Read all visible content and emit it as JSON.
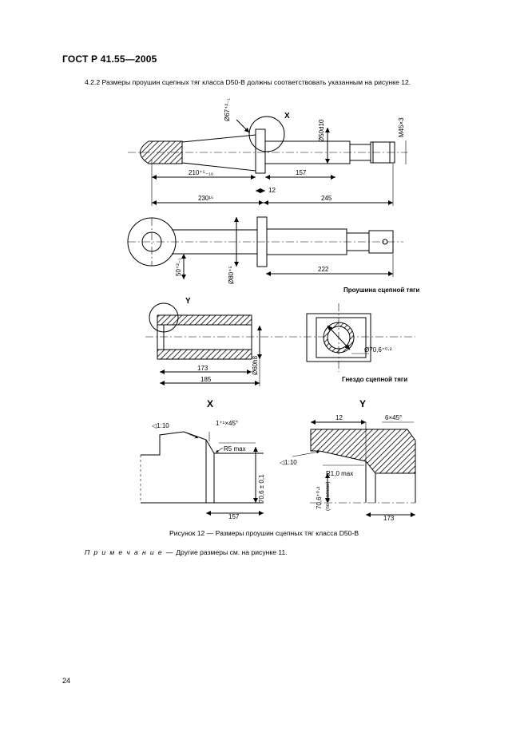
{
  "header": {
    "standard": "ГОСТ Р 41.55—2005"
  },
  "intro": {
    "text": "4.2.2 Размеры проушин сцепных тяг класса D50-B должны соответствовать указанным на рисунке 12."
  },
  "figure": {
    "top_view": {
      "dim_diam_top": "Ø67⁺²₋₁",
      "detail_x_label": "X",
      "dim_shank_diam": "Ø50d10",
      "dim_thread": "M45×3",
      "dim_210": "210⁺⁵₋₁₀",
      "dim_157": "157",
      "dim_12": "12",
      "dim_230": "230¹⁵",
      "dim_245": "245"
    },
    "side_view": {
      "dim_50": "50⁺²₋₁",
      "dim_diam_80": "Ø80⁺⁵",
      "dim_222": "222",
      "label": "Проушина сцепной тяги"
    },
    "socket_view": {
      "detail_y_label": "Y",
      "dim_173": "173",
      "dim_185": "185",
      "dim_diam_60": "Ø60h8",
      "dim_diam_70": "Ø70,6⁺⁰·²",
      "label": "Гнездо сцепной тяги"
    },
    "detail_x": {
      "title": "X",
      "taper": "◁1:10",
      "chamfer": "1⁺¹×45°",
      "radius": "R5 max",
      "dim_70": "70,6 ± 0,1",
      "dim_157": "157"
    },
    "detail_y": {
      "title": "Y",
      "dim_12": "12",
      "chamfer": "6×45°",
      "taper": "◁1:10",
      "radius": "R1,0 max",
      "dim_70": "70,6⁺⁰·²",
      "dim_70_note": "(по фаскам)",
      "dim_173": "173"
    }
  },
  "caption": "Рисунок 12 — Размеры проушин сцепных тяг класса D50-B",
  "note": {
    "label": "П р и м е ч а н и е —",
    "text": "Другие размеры см. на рисунке 11."
  },
  "page_number": "24"
}
